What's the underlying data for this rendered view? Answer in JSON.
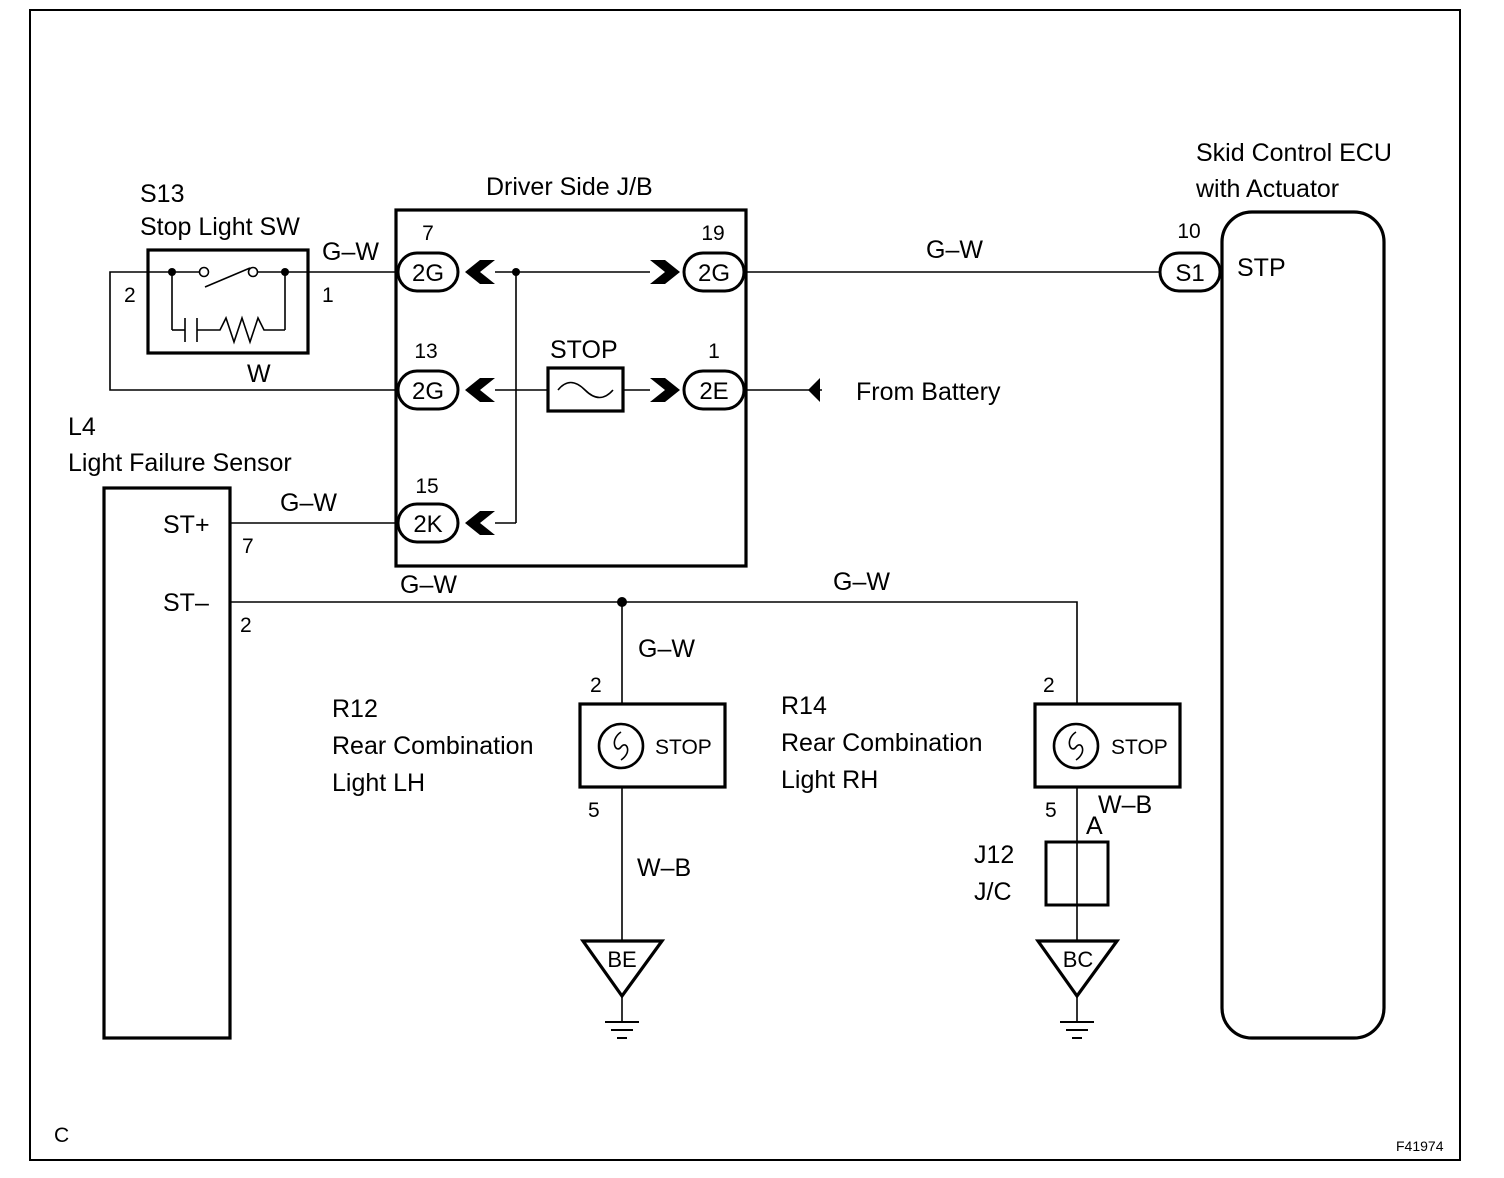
{
  "diagram": {
    "page_letter": "C",
    "figure_id": "F41974",
    "stop_light_switch": {
      "code": "S13",
      "name": "Stop Light SW",
      "pin_left": "2",
      "pin_right": "1"
    },
    "junction_block": {
      "title": "Driver Side J/B",
      "fuse_label": "STOP",
      "connectors": {
        "in_top": {
          "pin": "7",
          "code": "2G"
        },
        "in_mid": {
          "pin": "13",
          "code": "2G"
        },
        "in_bottom": {
          "pin": "15",
          "code": "2K"
        },
        "out_top": {
          "pin": "19",
          "code": "2G"
        },
        "out_mid": {
          "pin": "1",
          "code": "2E"
        }
      },
      "from_battery": "From Battery"
    },
    "ecu": {
      "line1": "Skid Control ECU",
      "line2": "with Actuator",
      "pin": "10",
      "connector": "S1",
      "terminal": "STP"
    },
    "light_failure_sensor": {
      "code": "L4",
      "name": "Light Failure Sensor",
      "terminal_plus": "ST+",
      "pin_plus": "7",
      "terminal_minus": "ST–",
      "pin_minus": "2"
    },
    "rear_lh": {
      "code": "R12",
      "line1": "Rear Combination",
      "line2": "Light LH",
      "pin_top": "2",
      "pin_bottom": "5",
      "lamp_label": "STOP",
      "ground": "BE"
    },
    "rear_rh": {
      "code": "R14",
      "line1": "Rear Combination",
      "line2": "Light RH",
      "pin_top": "2",
      "pin_bottom": "5",
      "lamp_label": "STOP",
      "ground": "BC"
    },
    "junction_connector": {
      "code": "J12",
      "name": "J/C",
      "pin": "A"
    },
    "wires": {
      "sw_to_jb": "G–W",
      "sw_return": "W",
      "jb_to_ecu": "G–W",
      "sensor_to_jb": "G–W",
      "st_minus_left": "G–W",
      "st_minus_right": "G–W",
      "lh_feed": "G–W",
      "lh_ground": "W–B",
      "rh_ground": "W–B"
    }
  }
}
